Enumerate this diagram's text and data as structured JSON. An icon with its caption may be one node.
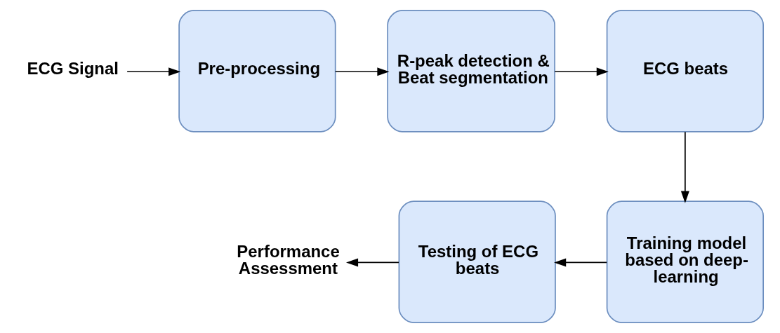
{
  "diagram": {
    "nodes": [
      {
        "text": [
          "ECG Signal"
        ]
      },
      {
        "text": [
          "Pre-processing"
        ]
      },
      {
        "text": [
          "R-peak detection & Beat segmentation"
        ]
      },
      {
        "text": [
          "ECG beats"
        ]
      },
      {
        "text": [
          "Training model based on deep-learning"
        ]
      },
      {
        "text": [
          "Testing of ECG beats"
        ]
      },
      {
        "text": [
          "Performance Assessment"
        ]
      }
    ],
    "edges": [
      {
        "from": 0,
        "to": 1,
        "arrow": "to"
      },
      {
        "from": 1,
        "to": 2,
        "arrow": "to"
      },
      {
        "from": 2,
        "to": 3,
        "arrow": "to"
      },
      {
        "from": 3,
        "to": 4,
        "arrow": "to"
      },
      {
        "from": 4,
        "to": 5,
        "arrow": "to"
      },
      {
        "from": 5,
        "to": 6,
        "arrow": "to"
      }
    ]
  }
}
